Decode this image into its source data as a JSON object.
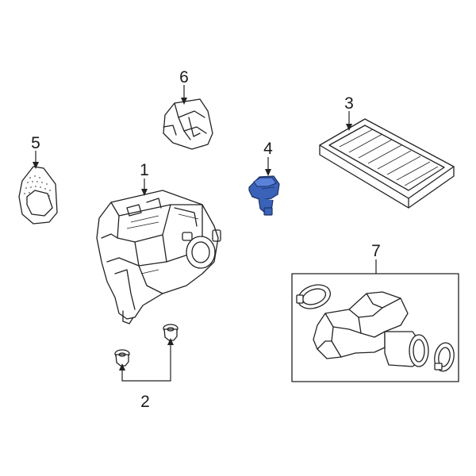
{
  "diagram": {
    "highlight_color": "#3a62b8",
    "callouts": [
      {
        "id": "1",
        "label": "1"
      },
      {
        "id": "2",
        "label": "2"
      },
      {
        "id": "3",
        "label": "3"
      },
      {
        "id": "4",
        "label": "4"
      },
      {
        "id": "5",
        "label": "5"
      },
      {
        "id": "6",
        "label": "6"
      },
      {
        "id": "7",
        "label": "7"
      }
    ],
    "highlighted_part": "4"
  }
}
